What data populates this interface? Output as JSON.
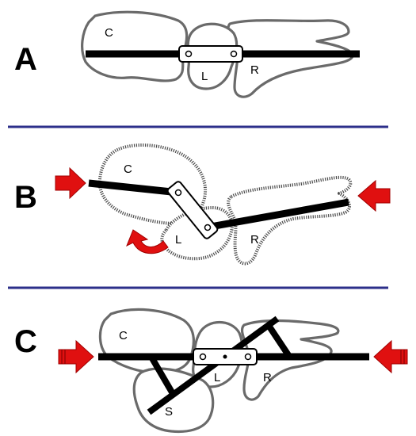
{
  "panels": [
    {
      "letter": "A",
      "labels": {
        "capitate": "C",
        "lunate": "L",
        "radius": "R"
      }
    },
    {
      "letter": "B",
      "labels": {
        "capitate": "C",
        "lunate": "L",
        "radius": "R"
      }
    },
    {
      "letter": "C",
      "labels": {
        "capitate": "C",
        "lunate": "L",
        "radius": "R",
        "scaphoid": "S"
      }
    }
  ],
  "colors": {
    "divider": "#2c2f8a",
    "arrow": "#e01010",
    "bone_outline": "#6a6a6a",
    "rod": "#000000"
  },
  "icons": {
    "force_arrow": "right-arrow",
    "rotation_arrow": "curved-arrow"
  }
}
